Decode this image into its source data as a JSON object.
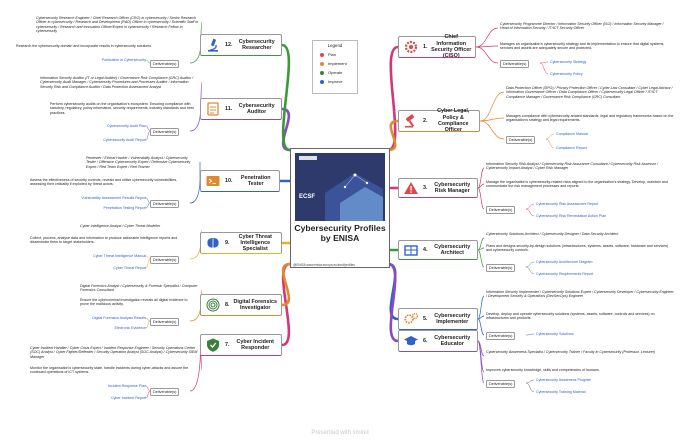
{
  "title": "Cybersecurity Profiles by ENISA",
  "center_footer": "@ENISA  www.enisa.europa.eu/ecsf/profiles",
  "cover_label": "ECSF",
  "legend": {
    "title": "Legend",
    "items": [
      {
        "label": "Plan",
        "color": "#e04848"
      },
      {
        "label": "Implement",
        "color": "#e08a2e"
      },
      {
        "label": "Operate",
        "color": "#3a7f3a"
      },
      {
        "label": "Improve",
        "color": "#2f63c6"
      }
    ]
  },
  "deliverables_label": "Deliverable(s)",
  "watermark": "Presented with xmind",
  "profiles": [
    {
      "num": "1.",
      "name": "Chief Information Security Officer (CISO)",
      "icon": "gear-icon",
      "titles": "Cybersecurity Programme Director / Information Security Officer (ISO) / Information Security Manager / Head of Information Security / IT/ICT Security Officer",
      "mission": "Manages an organisation's cybersecurity strategy and its implementation to ensure that digital systems, services and assets are adequately secure and protected.",
      "deliverables": [
        "Cybersecurity Strategy",
        "Cybersecurity Policy"
      ]
    },
    {
      "num": "2.",
      "name": "Cyber Legal, Policy & Compliance Officer",
      "icon": "gavel-icon",
      "titles": "Data Protection Officer (DPO) / Privacy Protection Officer / Cyber Law Consultant / Cyber Legal Advisor / Information Governance Officer / Data Compliance Officer / Cybersecurity Legal Officer / IT/ICT Compliance Manager / Governance Risk Compliance (GRC) Consultant",
      "mission": "Manages compliance with cybersecurity-related standards, legal and regulatory frameworks based on the organisation's strategy and legal requirements.",
      "deliverables": [
        "Compliance Manual",
        "Compliance Report"
      ]
    },
    {
      "num": "3.",
      "name": "Cybersecurity Risk Manager",
      "icon": "warning-icon",
      "titles": "Information Security Risk Analyst / Cybersecurity Risk Assurance Consultant / Cybersecurity Risk Assessor / Cybersecurity Impact Analyst / Cyber Risk Manager",
      "mission": "Manage the organisation's cybersecurity-related risks aligned to the organisation's strategy. Develop, maintain and communicate the risk management processes and reports.",
      "deliverables": [
        "Cybersecurity Risk Assessment Report",
        "Cybersecurity Risk Remediation Action Plan"
      ]
    },
    {
      "num": "4.",
      "name": "Cybersecurity Architect",
      "icon": "blueprint-icon",
      "titles": "Cybersecurity Solutions Architect / Cybersecurity Designer / Data Security Architect",
      "mission": "Plans and designs security-by-design solutions (infrastructures, systems, assets, software, hardware and services) and cybersecurity controls.",
      "deliverables": [
        "Cybersecurity Architecture Diagram",
        "Cybersecurity Requirements Report"
      ]
    },
    {
      "num": "5.",
      "name": "Cybersecurity Implementer",
      "icon": "cogs-icon",
      "titles": "Information Security Implementer / Cybersecurity Solutions Expert / Cybersecurity Developer / Cybersecurity Engineer / Development Security & Operations (DevSecOps) Engineer",
      "mission": "Develop, deploy and operate cybersecurity solutions (systems, assets, software, controls and services) on infrastructures and products.",
      "deliverables": [
        "Cybersecurity Solutions"
      ]
    },
    {
      "num": "6.",
      "name": "Cybersecurity Educator",
      "icon": "graduation-cap-icon",
      "titles": "Cybersecurity Awareness Specialist / Cybersecurity Trainer / Faculty in Cybersecurity (Professor, Lecturer)",
      "mission": "Improves cybersecurity knowledge, skills and competencies of humans.",
      "deliverables": [
        "Cybersecurity Awareness Program",
        "Cybersecurity Training Material"
      ]
    },
    {
      "num": "7.",
      "name": "Cyber Incident Responder",
      "icon": "shield-icon",
      "titles": "Cyber Incident Handler / Cyber Crisis Expert / Incident Response Engineer / Security Operations Center (SOC) Analyst / Cyber Fighter/Defender / Security Operation Analyst (SOC Analyst) / Cybersecurity SIEM Manager",
      "mission": "Monitor the organisation's cybersecurity state, handle incidents during cyber-attacks and assure the continued operations of ICT systems.",
      "deliverables": [
        "Incident Response Plan",
        "Cyber Incident Report"
      ]
    },
    {
      "num": "8.",
      "name": "Digital Forensics Investigator",
      "icon": "fingerprint-icon",
      "titles": "Digital Forensics Analyst / Cybersecurity & Forensic Specialist / Computer Forensics Consultant",
      "mission": "Ensure the cybercriminal investigation reveals all digital evidence to prove the malicious activity.",
      "deliverables": [
        "Digital Forensics Analysis Results",
        "Electronic Evidence"
      ]
    },
    {
      "num": "9.",
      "name": "Cyber Threat Intelligence Specialist",
      "icon": "brain-icon",
      "titles": "Cyber Intelligence Analyst / Cyber Threat Modeller",
      "mission": "Collect, process, analyse data and information to produce actionable intelligence reports and disseminate them to target stakeholders.",
      "deliverables": [
        "Cyber Threat Intelligence Manual",
        "Cyber Threat Report"
      ]
    },
    {
      "num": "10.",
      "name": "Penetration Tester",
      "icon": "terminal-icon",
      "titles": "Pentester / Ethical Hacker / Vulnerability Analyst / Cybersecurity Tester / Offensive Cybersecurity Expert / Defensive Cybersecurity Expert / Red Team Expert / Red Teamer",
      "mission": "Assess the effectiveness of security controls, reveals and utilise cybersecurity vulnerabilities, assessing their criticality if exploited by threat actors.",
      "deliverables": [
        "Vulnerability Assessment Results Report",
        "Penetration Testing Report"
      ]
    },
    {
      "num": "11.",
      "name": "Cybersecurity Auditor",
      "icon": "checklist-icon",
      "titles": "Information Security Auditor (IT or Legal Auditor) / Governance Risk Compliance (GRC) Auditor / Cybersecurity Audit Manager / Cybersecurity Procedures and Processes Auditor / Information Security Risk and Compliance Auditor / Data Protection Assessment Analyst",
      "mission": "Perform cybersecurity audits on the organisation's ecosystem. Ensuring compliance with statutory, regulatory, policy information, security requirements, industry standards and best practices.",
      "deliverables": [
        "Cybersecurity Audit Plan",
        "Cybersecurity Audit Report"
      ]
    },
    {
      "num": "12.",
      "name": "Cybersecurity Researcher",
      "icon": "microscope-icon",
      "titles": "Cybersecurity Research Engineer / Chief Research Officer (CRO) in cybersecurity / Senior Research Officer in cybersecurity / Research and Development (R&D) Officer in cybersecurity / Scientific Staff in cybersecurity / Research and Innovation Officer/Expert in cybersecurity / Research Fellow in cybersecurity",
      "mission": "Research the cybersecurity domain and incorporate results in cybersecurity solutions",
      "deliverables": [
        "Publication in Cybersecurity"
      ]
    }
  ]
}
